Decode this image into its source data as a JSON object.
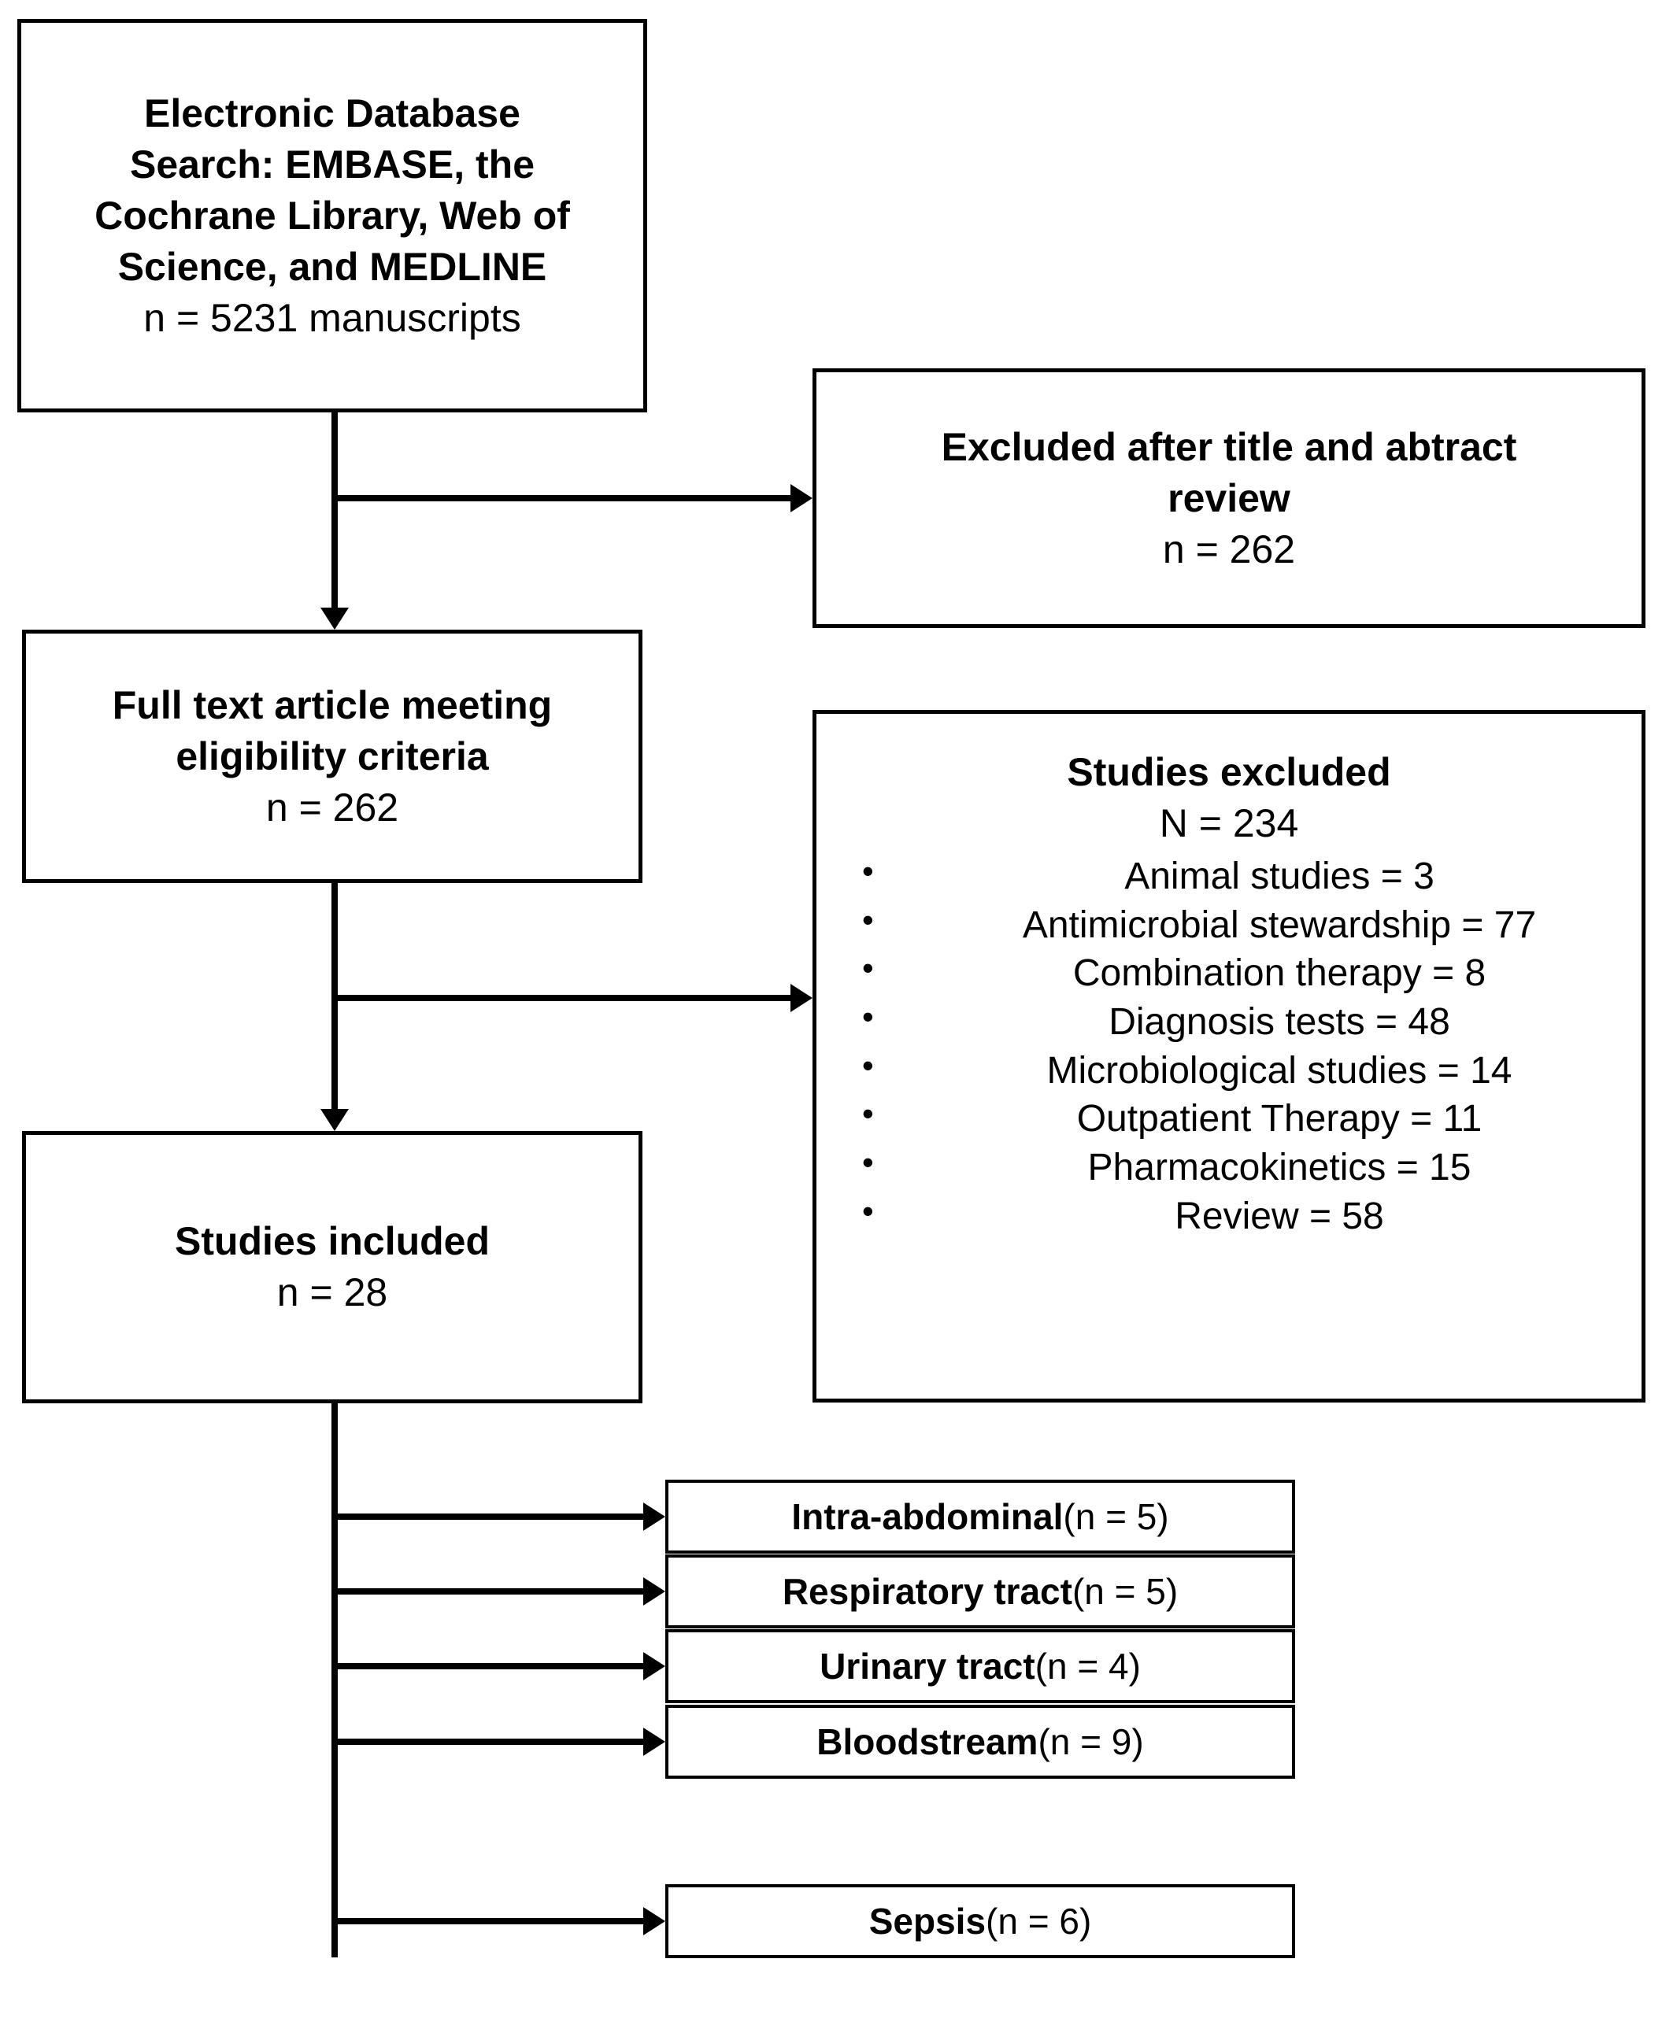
{
  "diagram": {
    "type": "prisma-flow-diagram",
    "boxes": {
      "search": {
        "line1": "Electronic Database",
        "line2": "Search: EMBASE, the",
        "line3": "Cochrane Library, Web of",
        "line4": "Science, and MEDLINE",
        "count": "n = 5231 manuscripts"
      },
      "excluded_title_abstract": {
        "line1": "Excluded after title and abtract",
        "line2": "review",
        "count": "n = 262"
      },
      "full_text": {
        "line1": "Full text article meeting",
        "line2": "eligibility criteria",
        "count": "n = 262"
      },
      "studies_excluded": {
        "heading": "Studies excluded",
        "count": "N = 234",
        "reasons": [
          "Animal studies = 3",
          "Antimicrobial stewardship = 77",
          "Combination therapy = 8",
          "Diagnosis tests = 48",
          "Microbiological studies = 14",
          "Outpatient Therapy = 11",
          "Pharmacokinetics = 15",
          "Review = 58"
        ]
      },
      "studies_included": {
        "heading": "Studies included",
        "count": "n = 28"
      }
    },
    "outcomes": [
      {
        "label": "Intra-abdominal",
        "count": "(n = 5)"
      },
      {
        "label": "Respiratory tract",
        "count": "(n = 5)"
      },
      {
        "label": "Urinary tract",
        "count": "(n = 4)"
      },
      {
        "label": "Bloodstream",
        "count": "(n = 9)"
      },
      {
        "label": "Sepsis",
        "count": "(n = 6)"
      }
    ],
    "colors": {
      "stroke": "#000000",
      "fill": "#ffffff",
      "text": "#000000"
    }
  }
}
